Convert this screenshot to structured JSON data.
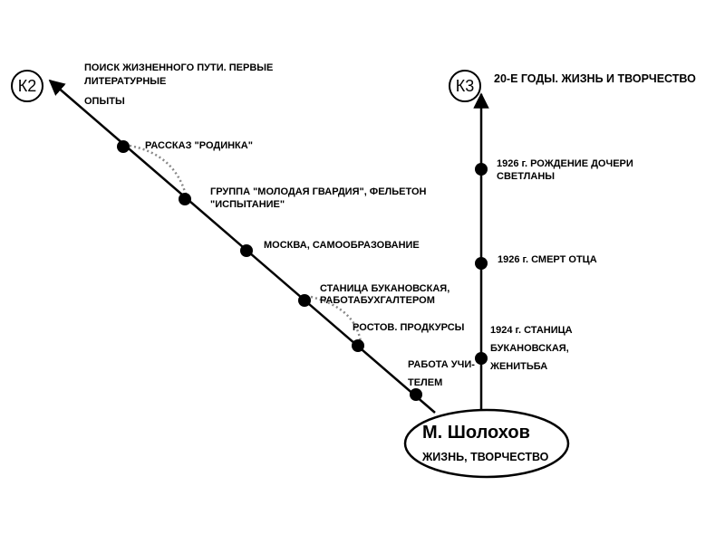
{
  "center": {
    "title": "М. Шолохов",
    "subtitle": "ЖИЗНЬ, ТВОРЧЕСТВО"
  },
  "branches": {
    "k2": {
      "marker": "К2",
      "heading": [
        "ПОИСК ЖИЗНЕННОГО ПУТИ. ПЕРВЫЕ",
        "ЛИТЕРАТУРНЫЕ",
        "ОПЫТЫ"
      ],
      "events": [
        {
          "lines": [
            "РАССКАЗ \"РОДИНКА\""
          ]
        },
        {
          "lines": [
            "ГРУППА \"МОЛОДАЯ ГВАРДИЯ\", ФЕЛЬЕТОН",
            "\"ИСПЫТАНИЕ\""
          ]
        },
        {
          "lines": [
            "МОСКВА, САМООБРАЗОВАНИЕ"
          ]
        },
        {
          "lines": [
            "СТАНИЦА БУКАНОВСКАЯ,",
            "РАБОТАБУХГАЛТЕРОМ"
          ]
        },
        {
          "lines": [
            "РОСТОВ. ПРОДКУРСЫ"
          ]
        },
        {
          "lines": [
            "РАБОТА УЧИ-",
            "ТЕЛЕМ"
          ]
        }
      ]
    },
    "k3": {
      "marker": "К3",
      "heading": [
        "20-Е ГОДЫ. ЖИЗНЬ И ТВОРЧЕСТВО"
      ],
      "events": [
        {
          "lines": [
            "1926 г. РОЖДЕНИЕ ДОЧЕРИ",
            "СВЕТЛАНЫ"
          ]
        },
        {
          "lines": [
            "1926 г. СМЕРТ ОТЦА"
          ]
        },
        {
          "lines": [
            "1924 г. СТАНИЦА",
            "БУКАНОВСКАЯ,",
            "ЖЕНИТЬБА"
          ]
        }
      ]
    }
  },
  "colors": {
    "line": "#000000",
    "dotted": "#888888",
    "background": "#ffffff"
  }
}
